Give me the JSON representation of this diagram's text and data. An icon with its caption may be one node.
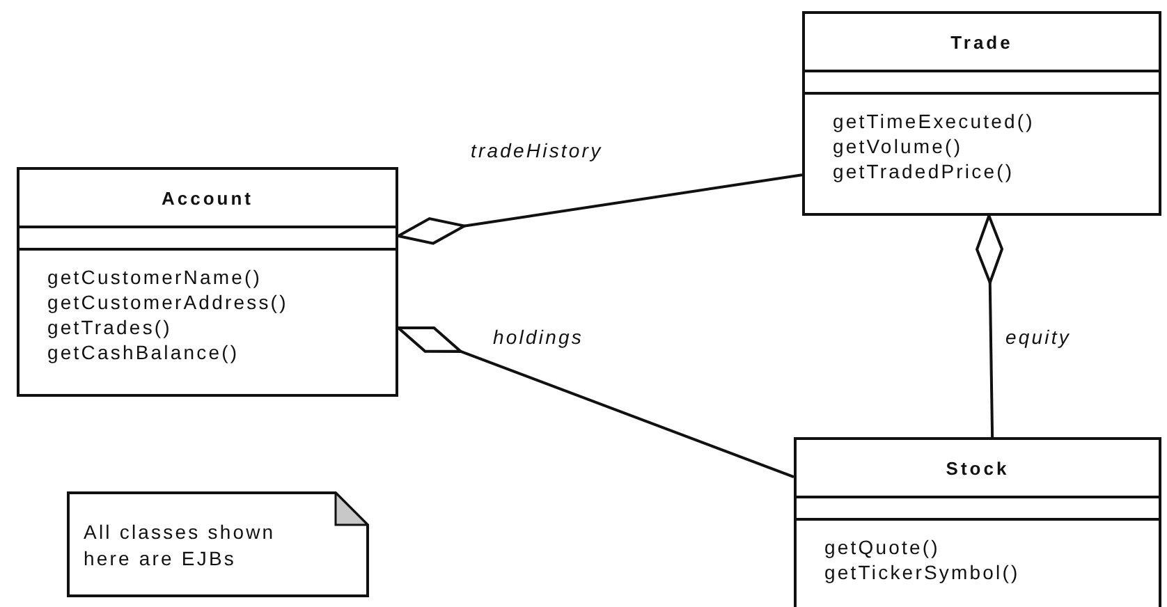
{
  "diagram": {
    "nodes": [
      {
        "text": [
          "Account",
          "getCustomerName()",
          "getCustomerAddress()",
          "getTrades()",
          "getCashBalance()"
        ]
      },
      {
        "text": [
          "Trade",
          "getTimeExecuted()",
          "getVolume()",
          "getTradedPrice()"
        ]
      },
      {
        "text": [
          "Stock",
          "getQuote()",
          "getTickerSymbol()"
        ]
      },
      {
        "text": [
          "All classes shown here are EJBs"
        ]
      }
    ],
    "edges": [
      {
        "from": 0,
        "to": 1,
        "arrow": "other",
        "label": "tradeHistory"
      },
      {
        "from": 0,
        "to": 2,
        "arrow": "other",
        "label": "holdings"
      },
      {
        "from": 1,
        "to": 2,
        "arrow": "other",
        "label": "equity"
      }
    ]
  }
}
